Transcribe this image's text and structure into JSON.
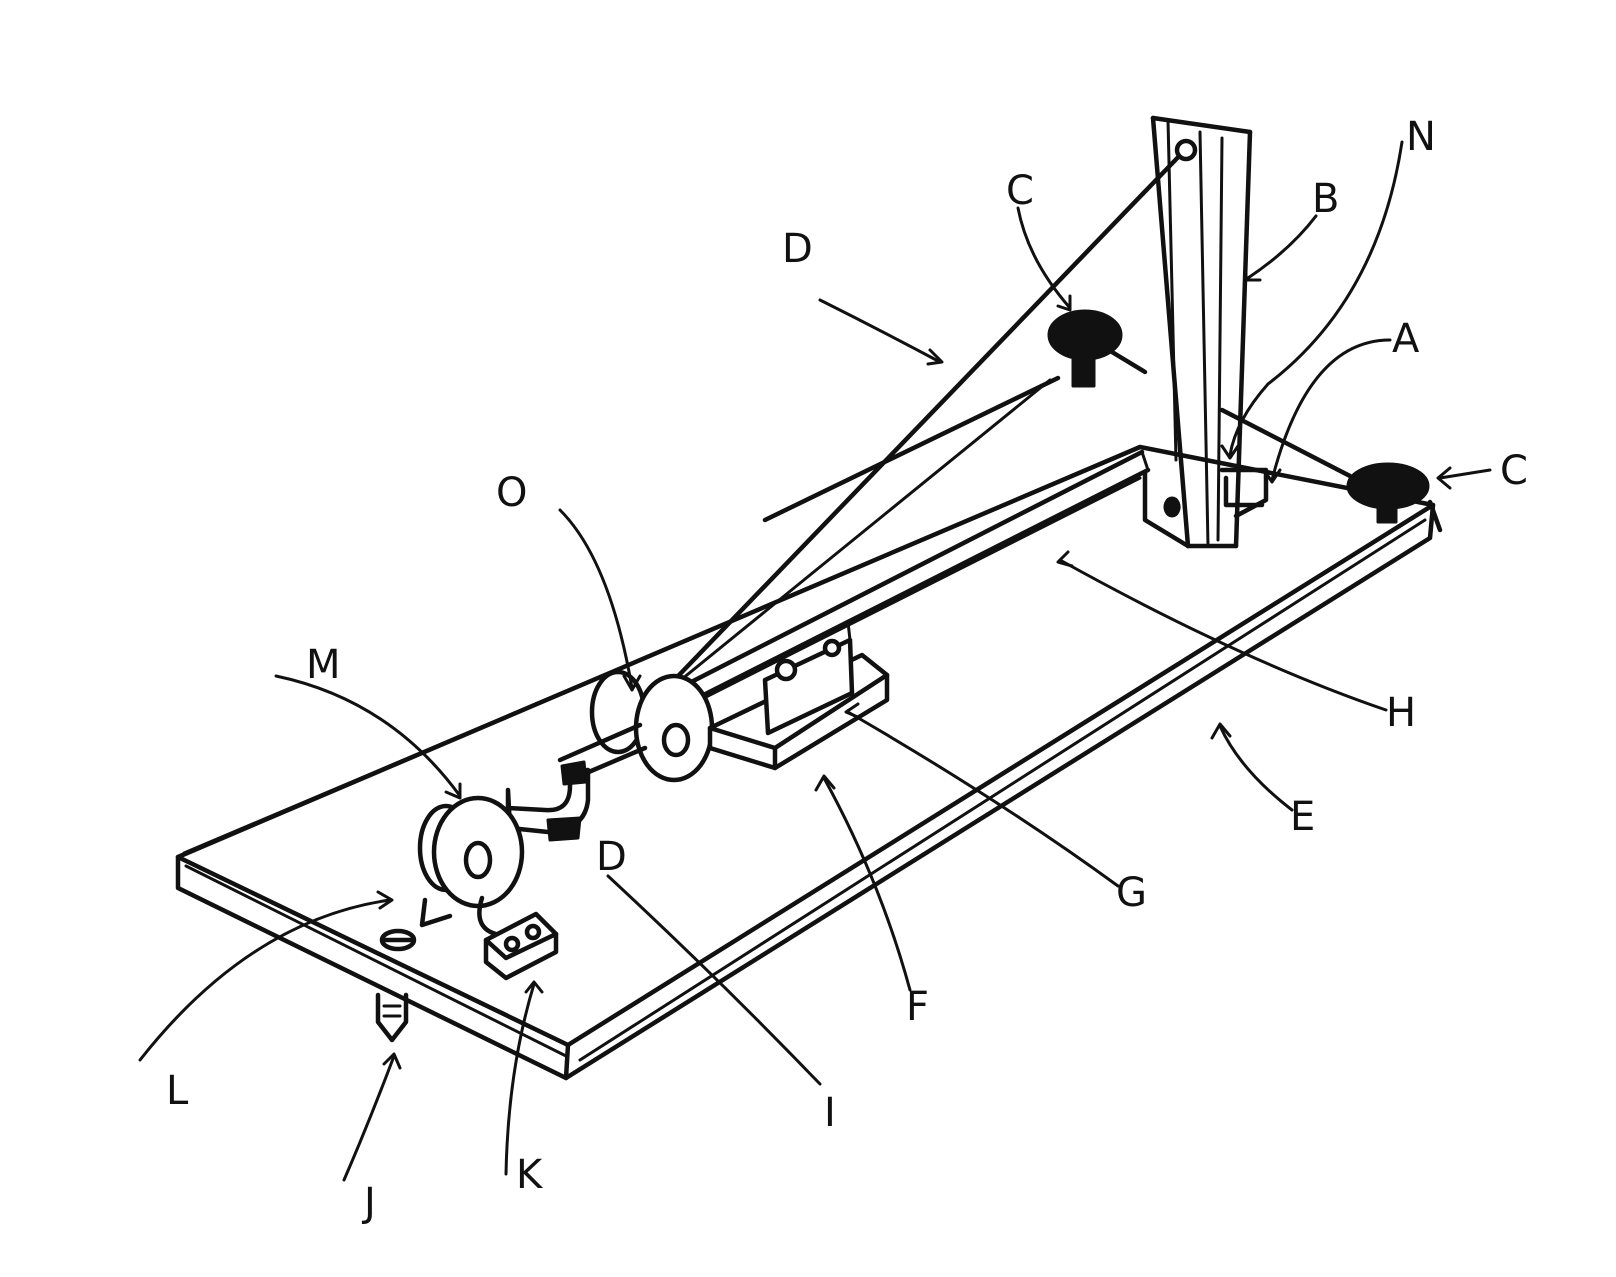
{
  "labels": {
    "A": "A",
    "B": "B",
    "C_top": "C",
    "C_right": "C",
    "D_top": "D",
    "D_side": "D",
    "E": "E",
    "F": "F",
    "G": "G",
    "H": "H",
    "I": "I",
    "J": "J",
    "K": "K",
    "L": "L",
    "M": "M",
    "N": "N",
    "O": "O"
  }
}
